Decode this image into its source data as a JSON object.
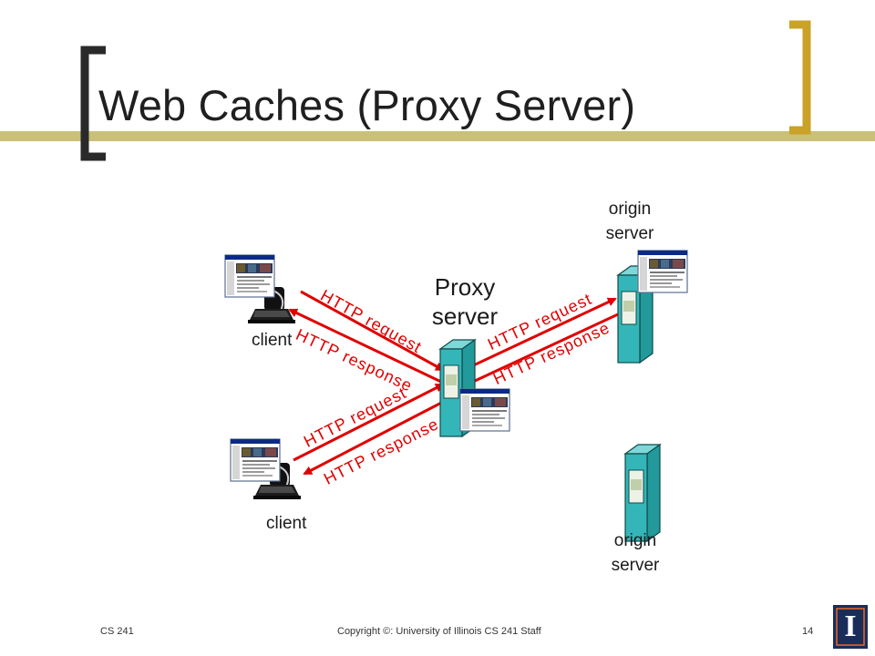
{
  "slide": {
    "title": "Web Caches (Proxy Server)",
    "colors": {
      "accent_gold": "#c9a227",
      "bracket_dark": "#2a2a2a",
      "arrow_red": "#e00000",
      "server_teal": "#34b6b8",
      "footer_navy": "#1a2d59"
    }
  },
  "diagram": {
    "proxy_label_line1": "Proxy",
    "proxy_label_line2": "server",
    "origin_top_line1": "origin",
    "origin_top_line2": "server",
    "origin_bottom_line1": "origin",
    "origin_bottom_line2": "server",
    "client_top": "client",
    "client_bottom": "client",
    "arrows": {
      "top_client_request": "HTTP request",
      "top_client_response": "HTTP response",
      "origin_request": "HTTP request",
      "origin_response": "HTTP response",
      "bottom_client_request": "HTTP request",
      "bottom_client_response": "HTTP response"
    }
  },
  "footer": {
    "course": "CS 241",
    "copyright": "Copyright ©: University of Illinois CS 241 Staff",
    "page": "14",
    "logo_letter": "I"
  }
}
